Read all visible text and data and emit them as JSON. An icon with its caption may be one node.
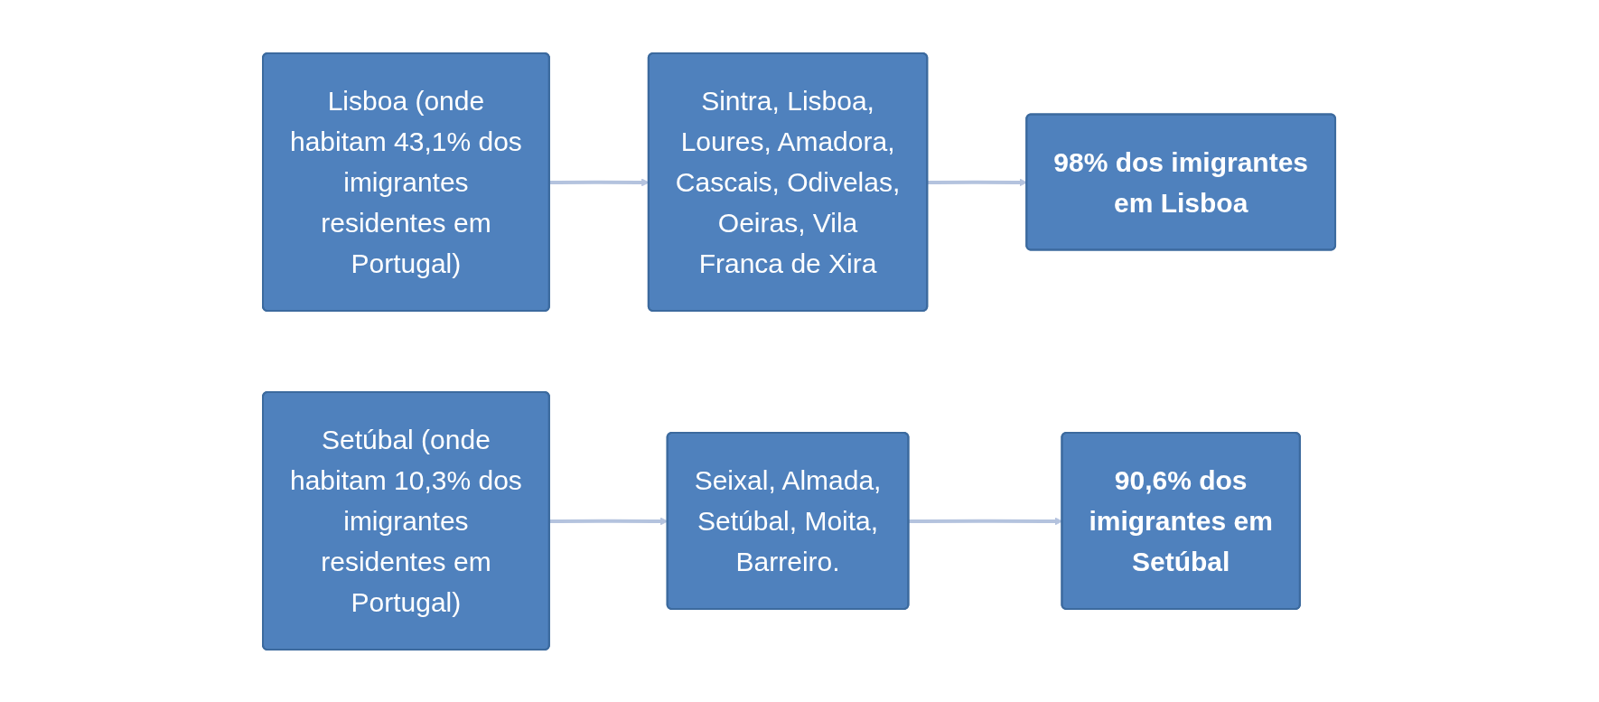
{
  "diagram": {
    "nodes": [
      {
        "text": [
          "Lisboa (onde habitam 43,1% dos imigrantes residentes em Portugal)"
        ]
      },
      {
        "text": [
          "Sintra, Lisboa, Loures, Amadora, Cascais, Odivelas, Oeiras, Vila Franca de Xira"
        ]
      },
      {
        "text": [
          "98% dos imigrantes em Lisboa"
        ]
      },
      {
        "text": [
          "Setúbal (onde habitam 10,3% dos imigrantes residentes em Portugal)"
        ]
      },
      {
        "text": [
          "Seixal, Almada, Setúbal, Moita, Barreiro."
        ]
      },
      {
        "text": [
          "90,6% dos imigrantes em Setúbal"
        ]
      }
    ],
    "edges": [
      {
        "from": 0,
        "to": 1,
        "arrow": "to"
      },
      {
        "from": 1,
        "to": 2,
        "arrow": "to"
      },
      {
        "from": 3,
        "to": 4,
        "arrow": "to"
      },
      {
        "from": 4,
        "to": 5,
        "arrow": "to"
      }
    ]
  }
}
